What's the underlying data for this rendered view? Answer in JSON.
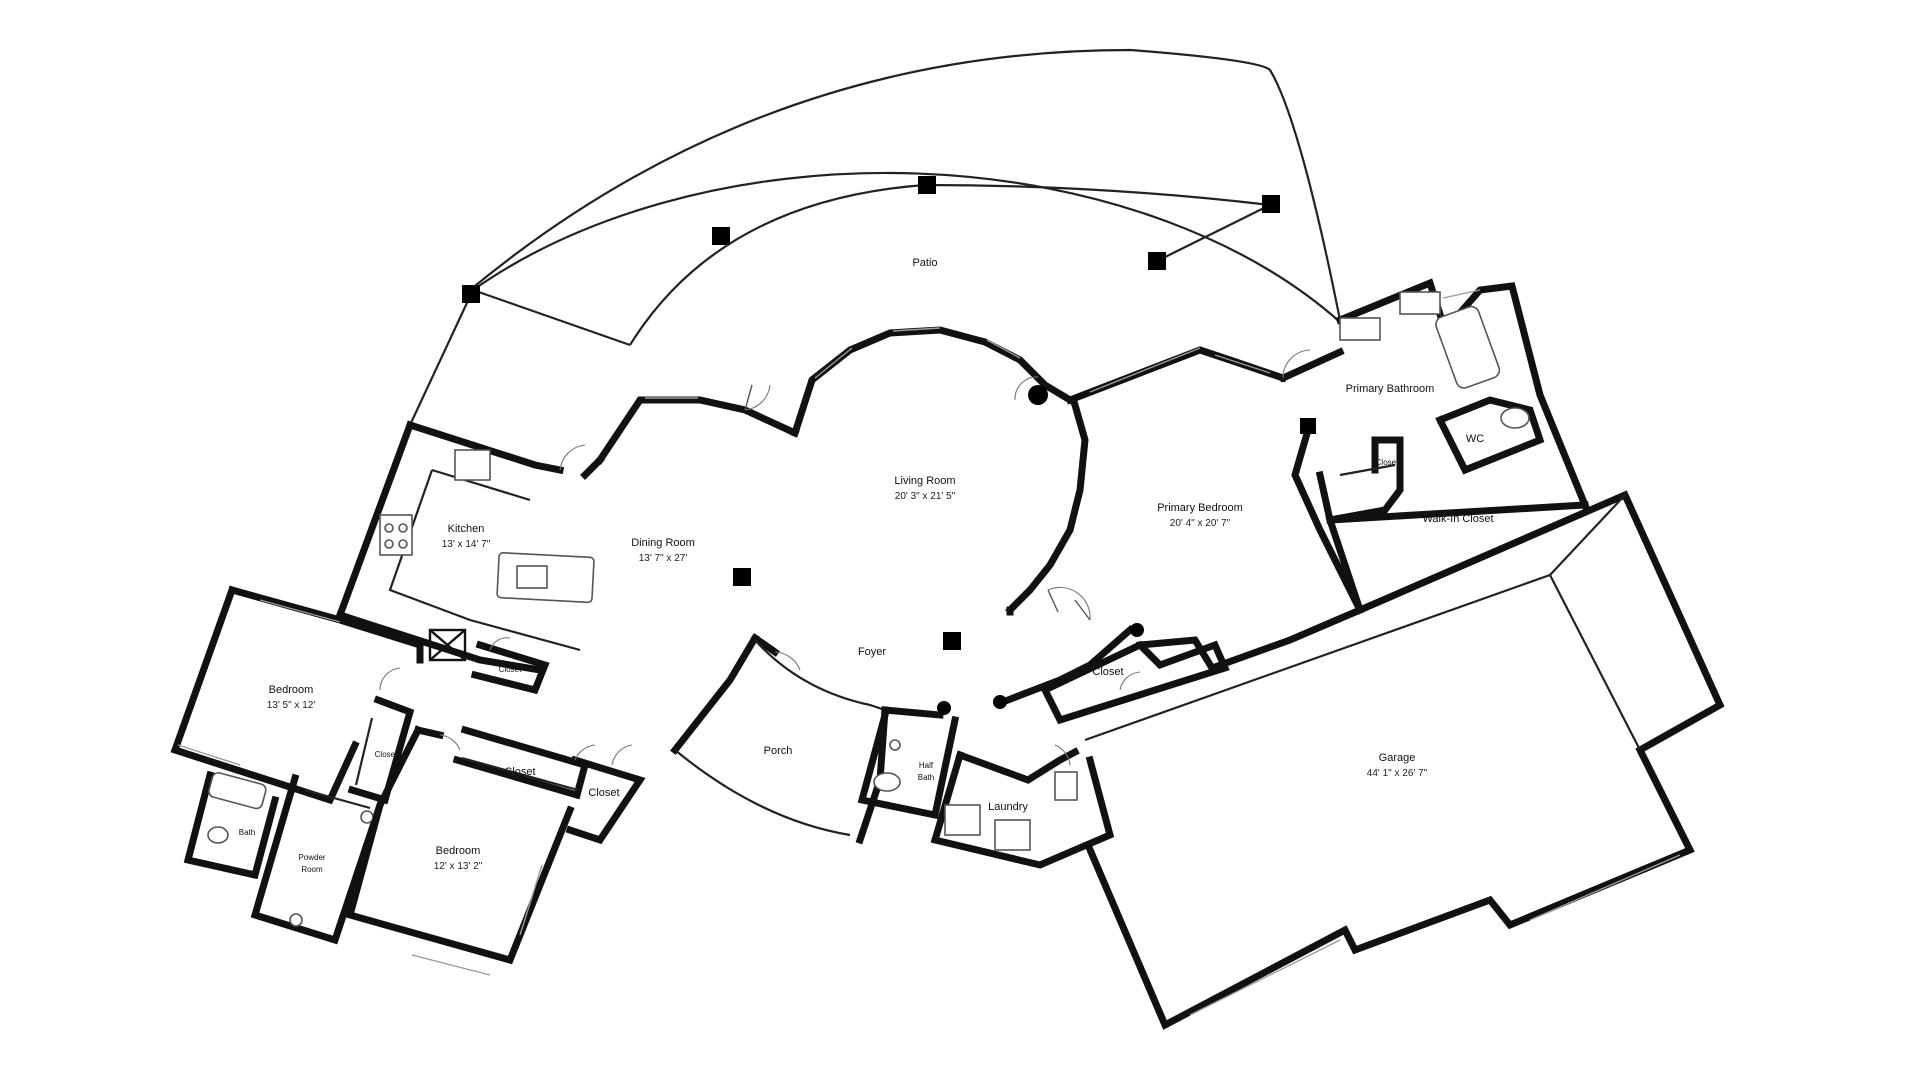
{
  "rooms": {
    "patio": {
      "name": "Patio"
    },
    "living_room": {
      "name": "Living Room",
      "dim": "20' 3\" x 21' 5\""
    },
    "dining_room": {
      "name": "Dining Room",
      "dim": "13' 7\" x 27'"
    },
    "kitchen": {
      "name": "Kitchen",
      "dim": "13' x 14' 7\""
    },
    "foyer": {
      "name": "Foyer"
    },
    "porch": {
      "name": "Porch"
    },
    "primary_bedroom": {
      "name": "Primary Bedroom",
      "dim": "20' 4\" x 20' 7\""
    },
    "primary_bathroom": {
      "name": "Primary Bathroom"
    },
    "wc": {
      "name": "WC"
    },
    "walk_in_closet": {
      "name": "Walk-In Closet"
    },
    "closet_small_master": {
      "name": "Closet"
    },
    "closet_primary_hall": {
      "name": "Closet"
    },
    "garage": {
      "name": "Garage",
      "dim": "44' 1\" x 26' 7\""
    },
    "laundry": {
      "name": "Laundry"
    },
    "half_bath": {
      "name_line1": "Half",
      "name_line2": "Bath"
    },
    "bedroom_1": {
      "name": "Bedroom",
      "dim": "13' 5\" x 12'"
    },
    "bedroom_2": {
      "name": "Bedroom",
      "dim": "12' x 13' 2\""
    },
    "closet_kitchen": {
      "name": "Closet"
    },
    "closet_bedroom1": {
      "name": "Closet"
    },
    "closet_bedroom2": {
      "name": "Closet"
    },
    "closet_entry": {
      "name": "Closet"
    },
    "bath": {
      "name": "Bath"
    },
    "powder_room": {
      "name_line1": "Powder",
      "name_line2": "Room"
    }
  }
}
